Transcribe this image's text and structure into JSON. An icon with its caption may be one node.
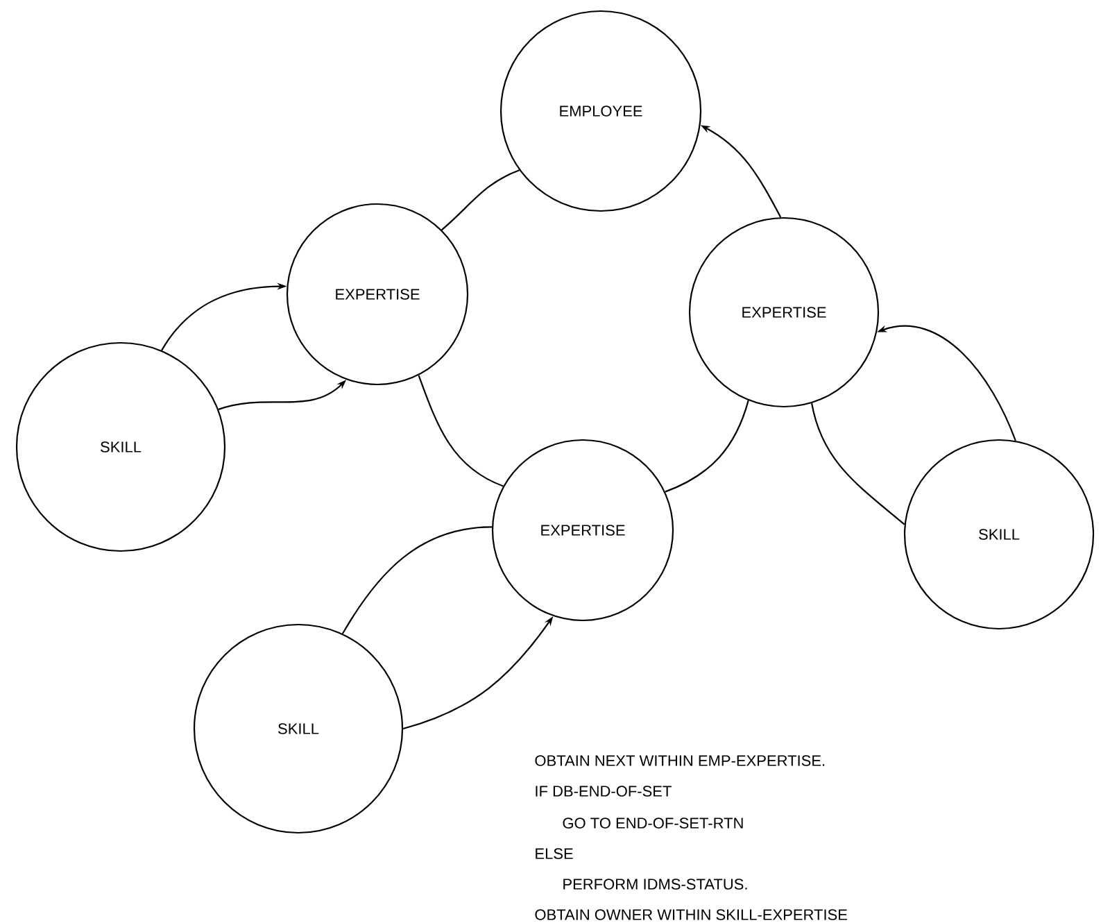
{
  "diagram": {
    "nodes": [
      {
        "text": [
          "EMPLOYEE"
        ]
      },
      {
        "text": [
          "EXPERTISE"
        ]
      },
      {
        "text": [
          "EXPERTISE"
        ]
      },
      {
        "text": [
          "SKILL"
        ]
      },
      {
        "text": [
          "EXPERTISE"
        ]
      },
      {
        "text": [
          "SKILL"
        ]
      },
      {
        "text": [
          "SKILL"
        ]
      }
    ],
    "edges": [
      {
        "from": 2,
        "to": 0,
        "arrow": "to"
      },
      {
        "from": 0,
        "to": 1,
        "arrow": "none"
      },
      {
        "from": 1,
        "to": 4,
        "arrow": "none"
      },
      {
        "from": 4,
        "to": 2,
        "arrow": "none"
      },
      {
        "from": 3,
        "to": 1,
        "arrow": "to"
      },
      {
        "from": 3,
        "to": 1,
        "arrow": "to"
      },
      {
        "from": 6,
        "to": 4,
        "arrow": "none"
      },
      {
        "from": 6,
        "to": 4,
        "arrow": "to"
      },
      {
        "from": 5,
        "to": 2,
        "arrow": "to"
      },
      {
        "from": 5,
        "to": 2,
        "arrow": "none"
      }
    ],
    "labels": [
      "OBTAIN NEXT WITHIN EMP-EXPERTISE.",
      "IF DB-END-OF-SET",
      "GO TO END-OF-SET-RTN",
      "ELSE",
      "PERFORM IDMS-STATUS.",
      "OBTAIN OWNER WITHIN SKILL-EXPERTISE"
    ]
  }
}
